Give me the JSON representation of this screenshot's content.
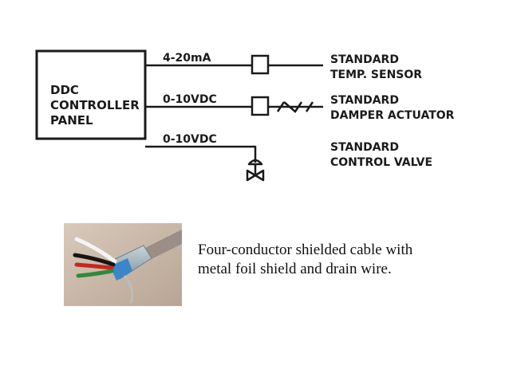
{
  "controller": {
    "lines": [
      "DDC",
      "CONTROLLER",
      "PANEL"
    ]
  },
  "signals": [
    {
      "label": "4-20mA",
      "device": [
        "STANDARD",
        "TEMP. SENSOR"
      ]
    },
    {
      "label": "0-10VDC",
      "device": [
        "STANDARD",
        "DAMPER ACTUATOR"
      ]
    },
    {
      "label": "0-10VDC",
      "device": [
        "STANDARD",
        "CONTROL VALVE"
      ]
    }
  ],
  "caption": {
    "line1": "Four-conductor shielded cable with",
    "line2": "metal foil shield and drain wire."
  },
  "colors": {
    "ink": "#1a1a1a",
    "cable_foil": "#8fa7b0",
    "wire_red": "#c8261f",
    "wire_green": "#2f8a3a",
    "wire_black": "#151515",
    "wire_white": "#f4f4f4",
    "tape_blue": "#3a86c9",
    "photo_bg": "#c9b7a6"
  },
  "icons": {
    "temp_sensor": "rectangle-sensor-icon",
    "damper_actuator": "rectangle-actuator-icon",
    "control_valve": "valve-icon",
    "cable": "shielded-cable-photo"
  }
}
